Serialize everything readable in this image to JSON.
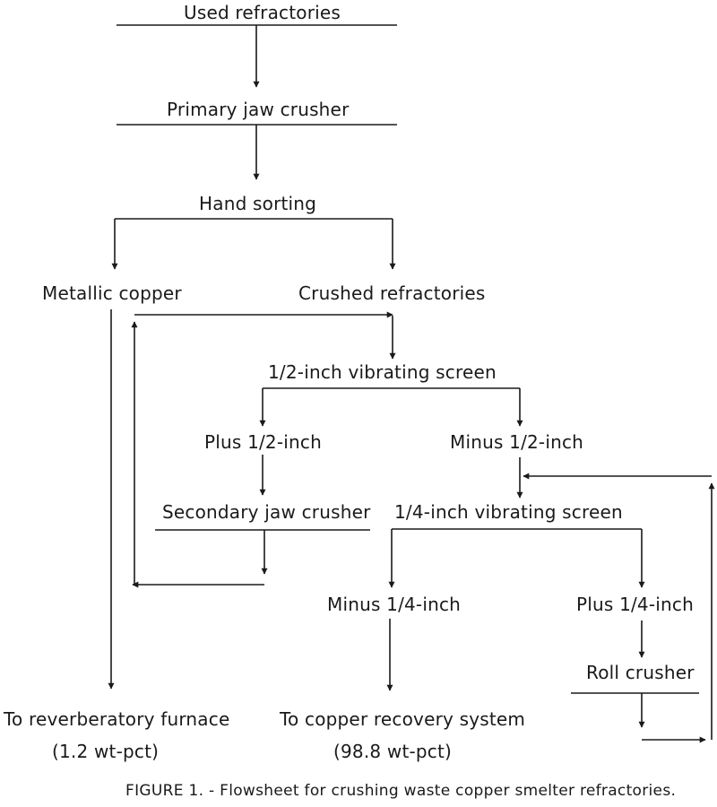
{
  "nodes": {
    "used_refractories": "Used refractories",
    "primary_jaw_crusher": "Primary jaw crusher",
    "hand_sorting": "Hand sorting",
    "metallic_copper": "Metallic copper",
    "crushed_refractories": "Crushed refractories",
    "half_inch_screen": "1/2-inch vibrating screen",
    "plus_half_inch": "Plus 1/2-inch",
    "minus_half_inch": "Minus 1/2-inch",
    "secondary_jaw_crusher": "Secondary jaw crusher",
    "quarter_inch_screen": "1/4-inch vibrating screen",
    "minus_quarter_inch": "Minus 1/4-inch",
    "plus_quarter_inch": "Plus 1/4-inch",
    "roll_crusher": "Roll crusher",
    "reverberatory_furnace": "To reverberatory furnace",
    "reverberatory_furnace_pct": "(1.2 wt-pct)",
    "copper_recovery": "To copper recovery system",
    "copper_recovery_pct": "(98.8 wt-pct)"
  },
  "caption": "FIGURE 1. - Flowsheet for crushing waste copper smelter refractories."
}
